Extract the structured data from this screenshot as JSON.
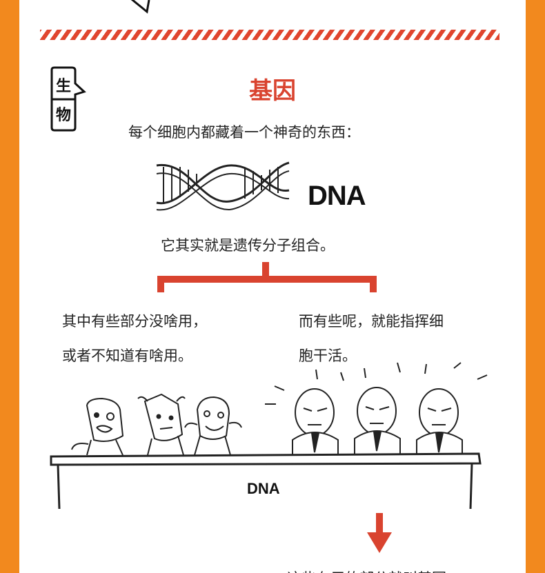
{
  "page": {
    "badge": {
      "char1": "生",
      "char2": "物"
    },
    "title": "基因",
    "intro": "每个细胞内都藏着一个神奇的东西：",
    "dna_label": "DNA",
    "explain": "它其实就是遗传分子组合。",
    "left_text": {
      "line1": "其中有些部分没啥用，",
      "line2": "或者不知道有啥用。"
    },
    "right_text": {
      "line1": "而有些呢，就能指挥细",
      "line2": "胞干活。"
    },
    "box_label": "DNA",
    "bottom_text": "这些有用的部分就叫基因"
  },
  "colors": {
    "accent": "#d9432f",
    "border": "#f2891e",
    "text": "#222222"
  },
  "icons": [
    "arrow-icon",
    "dna-helix-icon",
    "down-arrow-icon",
    "speech-badge-icon"
  ]
}
